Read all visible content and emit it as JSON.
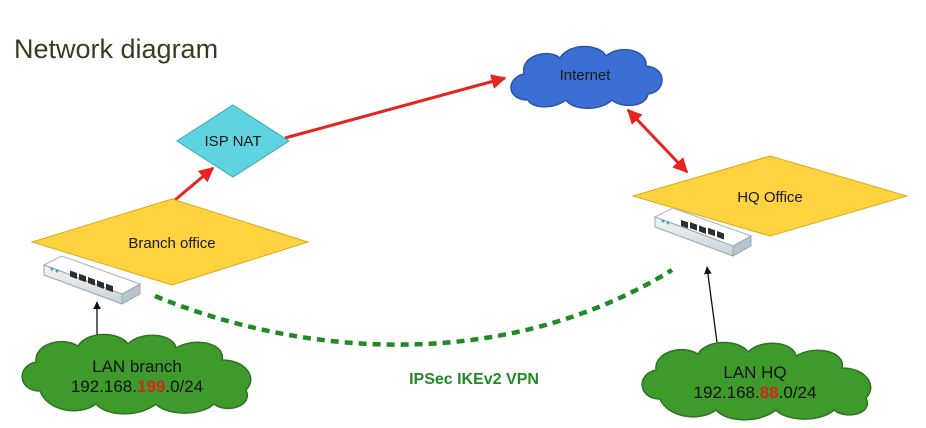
{
  "title": "Network diagram",
  "nodes": {
    "internet": "Internet",
    "isp_nat": "ISP NAT",
    "branch_office": "Branch office",
    "hq_office": "HQ Office",
    "lan_branch": {
      "label": "LAN branch",
      "subnet_prefix": "192.168.",
      "subnet_octet": "199",
      "subnet_suffix": ".0/24"
    },
    "lan_hq": {
      "label": "LAN HQ",
      "subnet_prefix": "192.168.",
      "subnet_octet": "88",
      "subnet_suffix": ".0/24"
    }
  },
  "vpn_label": "IPSec IKEv2 VPN",
  "colors": {
    "internet_cloud": "#3b6fd4",
    "lan_cloud": "#3f9a2c",
    "isp_diamond": "#5fd3e0",
    "office_diamond": "#ffd23f",
    "link_arrow": "#e8231f",
    "vpn_line": "#1f8a26",
    "subnet_highlight": "#d8261c"
  }
}
